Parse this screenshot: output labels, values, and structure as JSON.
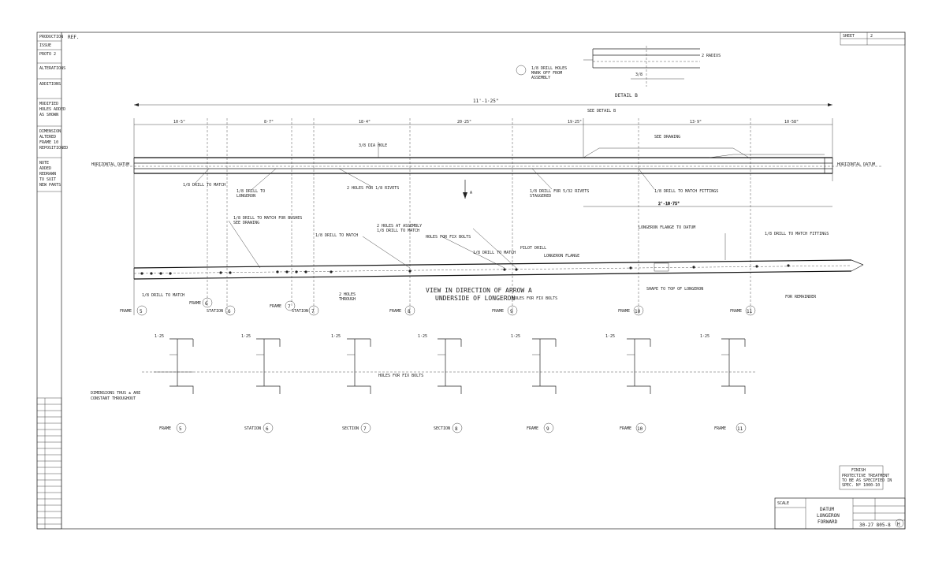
{
  "drawing": {
    "title_lines": [
      "DATUM",
      "LONGERON",
      "FORWARD"
    ],
    "drawing_number": "30-27 805-8",
    "sheet_letter": "H",
    "scale_note": "SCALE",
    "top_left_note": "REF.",
    "top_right_notes": [
      "SHEET",
      "2"
    ],
    "finish_box": [
      "FINISH",
      "PROTECTIVE TREATMENT",
      "TO BE AS SPECIFIED IN",
      "SPEC. Nº 1000-10"
    ],
    "detail_label": "DETAIL B",
    "view_caption": [
      "VIEW IN DIRECTION OF ARROW A",
      "UNDERSIDE OF LONGERON"
    ],
    "overall_dimension": "11'-1·25\"",
    "dimension_note": [
      "DIMENSIONS THUS ± ARE",
      "CONSTANT THROUGHOUT"
    ],
    "datum_label": "HORIZONTAL DATUM",
    "arrow_label": "A"
  },
  "stations": [
    {
      "kind": "FRAME",
      "num": "5"
    },
    {
      "kind": "FRAME",
      "num": "6"
    },
    {
      "kind": "STATION",
      "num": "6"
    },
    {
      "kind": "FRAME",
      "num": "7"
    },
    {
      "kind": "STATION",
      "num": "7"
    },
    {
      "kind": "FRAME",
      "num": "8"
    },
    {
      "kind": "FRAME",
      "num": "9"
    },
    {
      "kind": "FRAME",
      "num": "10"
    },
    {
      "kind": "FRAME",
      "num": "11"
    }
  ],
  "sections": [
    {
      "kind": "FRAME",
      "num": "5"
    },
    {
      "kind": "STATION",
      "num": "6"
    },
    {
      "kind": "SECTION",
      "num": "7"
    },
    {
      "kind": "SECTION",
      "num": "8"
    },
    {
      "kind": "FRAME",
      "num": "9"
    },
    {
      "kind": "FRAME",
      "num": "10"
    },
    {
      "kind": "FRAME",
      "num": "11"
    }
  ],
  "notes": {
    "drill_match": "1/8 DRILL TO MATCH",
    "drill_match_fittings": "1/8 DRILL TO MATCH FITTINGS",
    "holes_rivets": "2 HOLES FOR 1/8 RIVETS",
    "pilot_drill": "PILOT DRILL",
    "longeron_flange": "LONGERON FLANGE",
    "see_detail": "SEE DETAIL B",
    "shape_note": "SHAPE TO TOP OF LONGERON",
    "holes_fix": "HOLES FOR FIX BOLTS"
  }
}
